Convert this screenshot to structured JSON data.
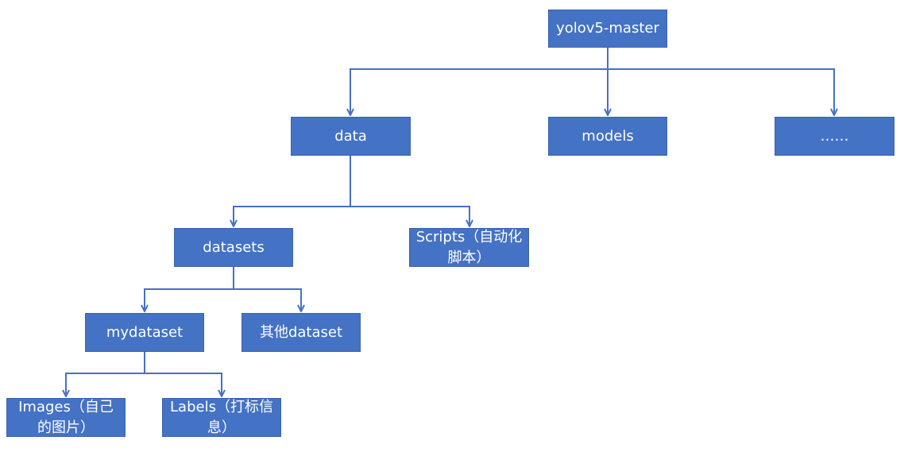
{
  "colors": {
    "node_fill": "#4472C4",
    "node_border": "#3A64AE",
    "connector": "#4472C4",
    "text": "#FFFFFF"
  },
  "nodes": {
    "root": "yolov5-master",
    "data": "data",
    "models": "models",
    "more": "……",
    "datasets": "datasets",
    "scripts": "Scripts（自动化脚本）",
    "mydataset": "mydataset",
    "other_dataset": "其他dataset",
    "images": "Images（自己的图片）",
    "labels": "Labels（打标信息）"
  }
}
